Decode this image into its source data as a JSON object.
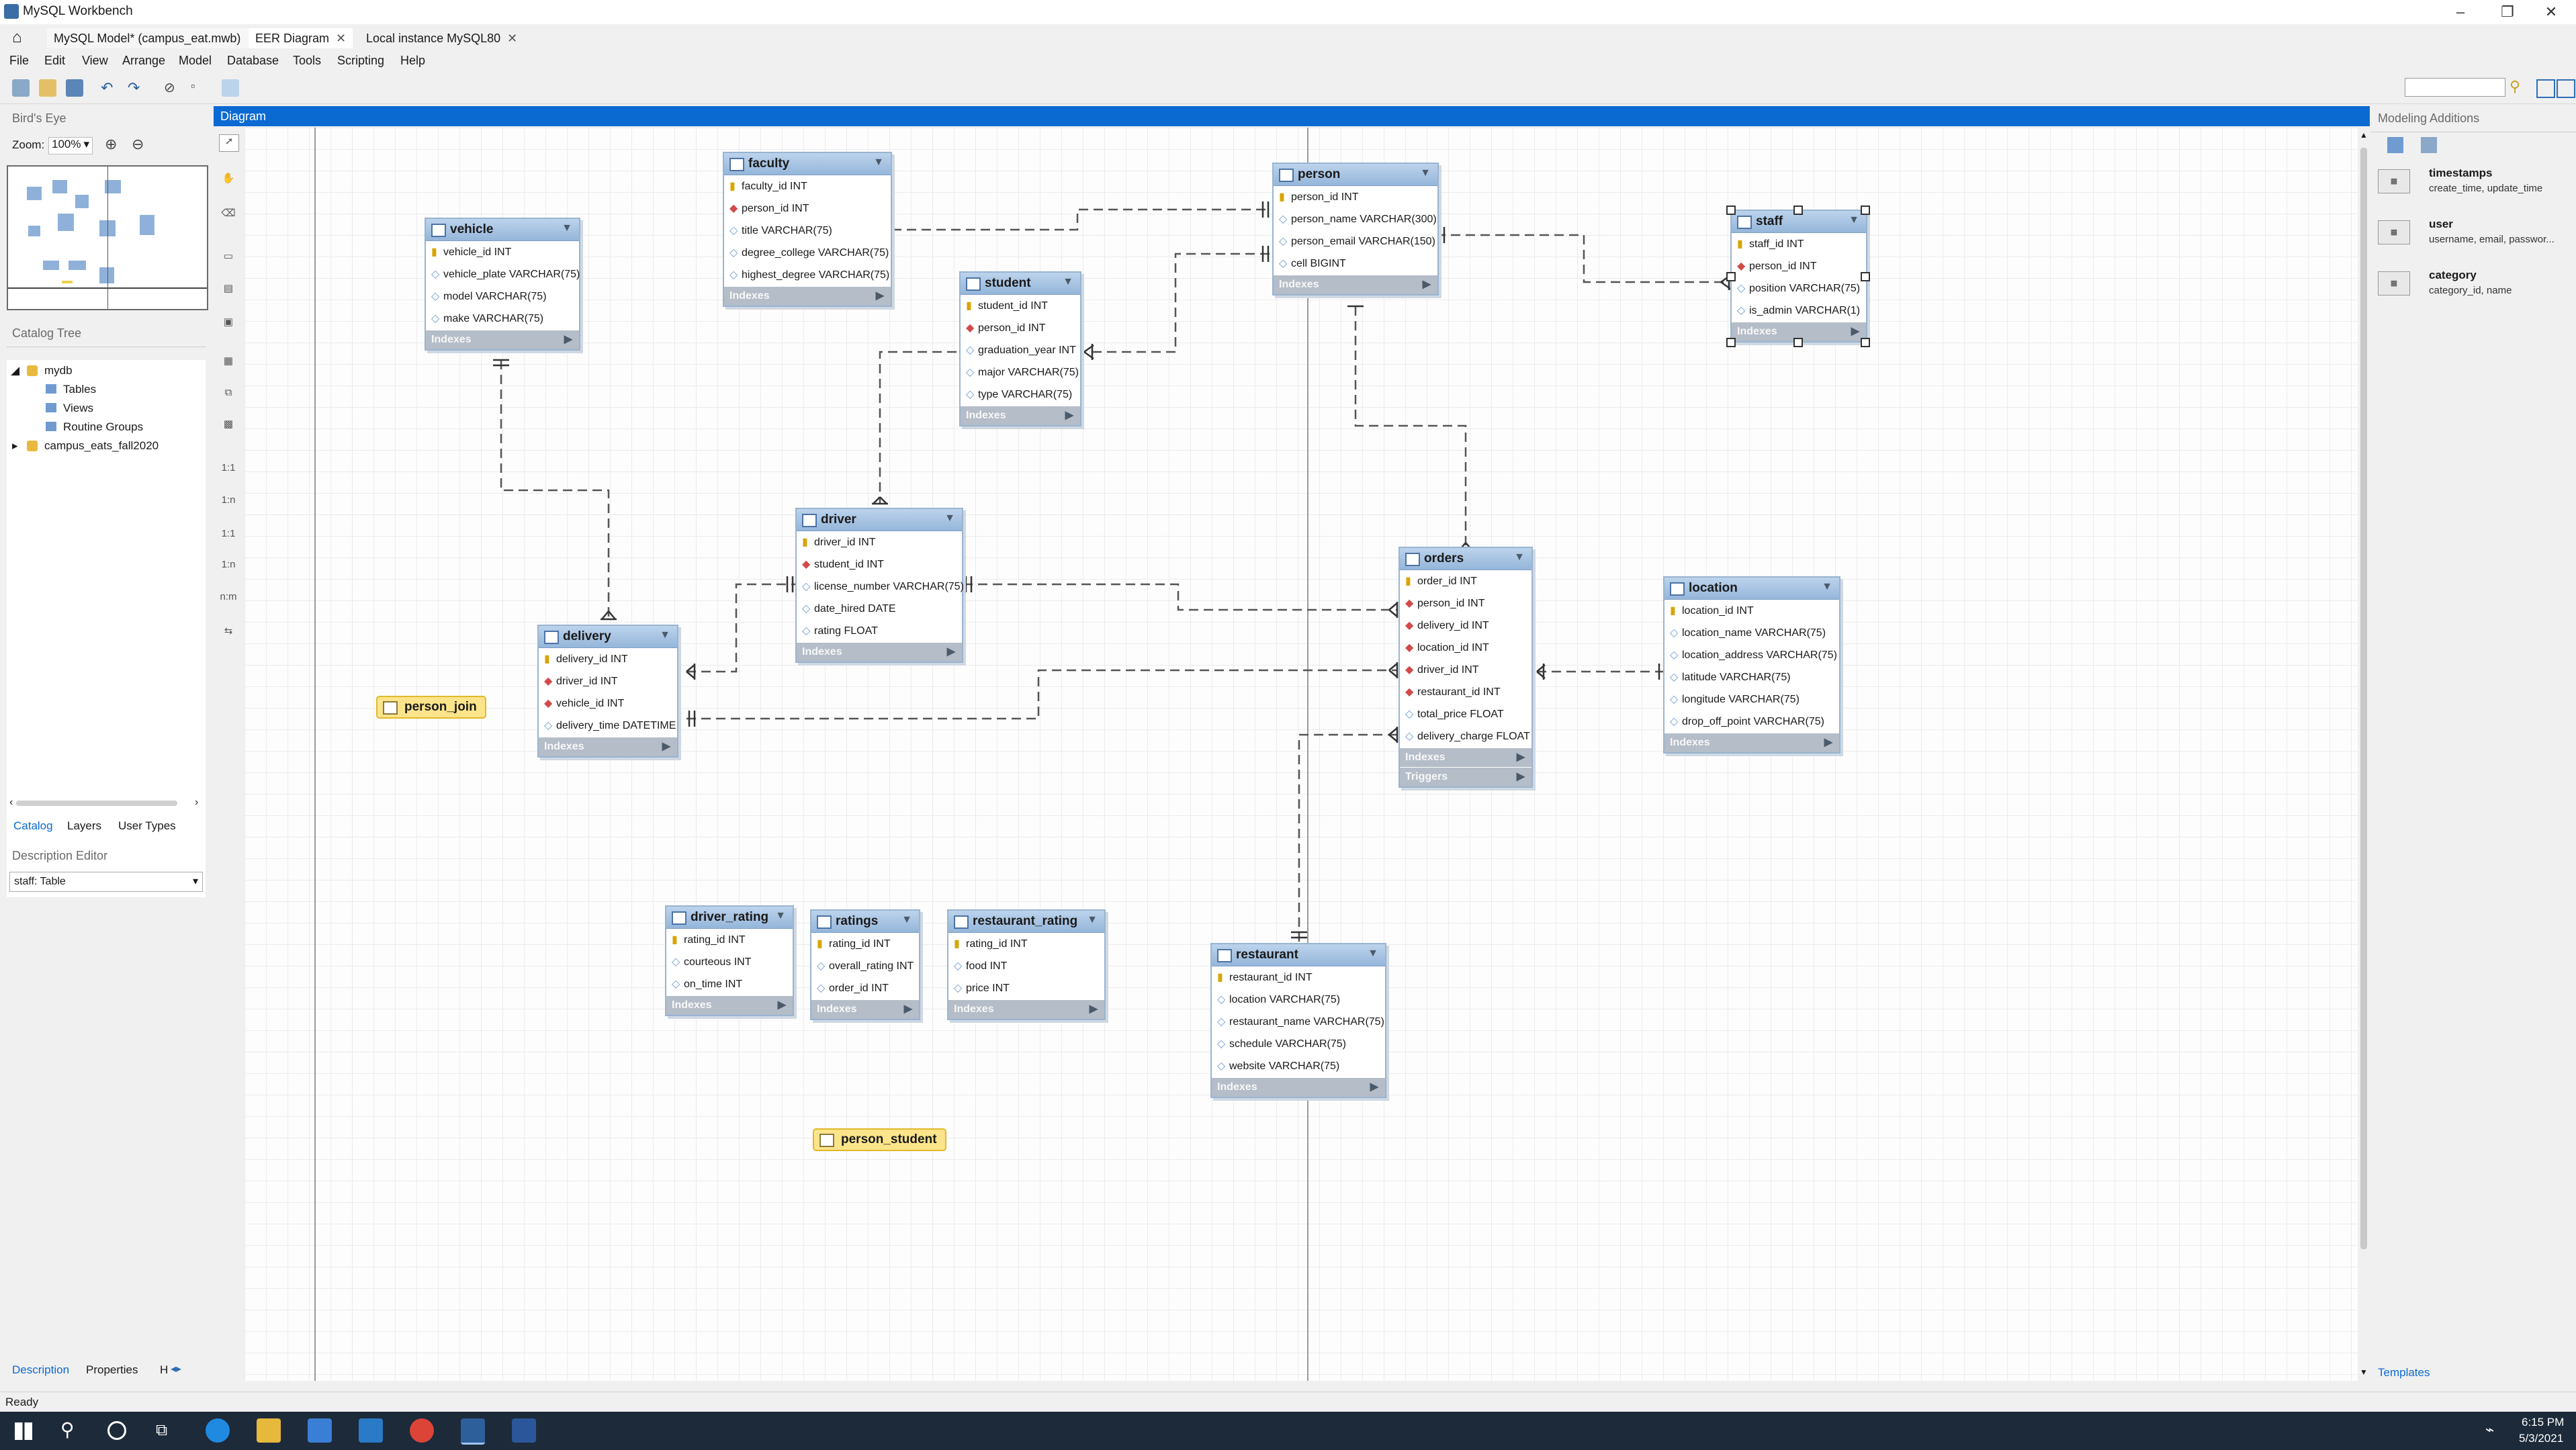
{
  "window": {
    "title": "MySQL Workbench"
  },
  "tabs": [
    {
      "label": "MySQL Model* (campus_eat.mwb)"
    },
    {
      "label": "EER Diagram"
    },
    {
      "label": "Local instance MySQL80"
    }
  ],
  "menu": [
    "File",
    "Edit",
    "View",
    "Arrange",
    "Model",
    "Database",
    "Tools",
    "Scripting",
    "Help"
  ],
  "left_panel": {
    "birds_eye": "Bird's Eye",
    "zoom_label": "Zoom:",
    "zoom_value": "100%",
    "catalog_tree": "Catalog Tree",
    "tree": {
      "schema": "mydb",
      "children": [
        "Tables",
        "Views",
        "Routine Groups"
      ],
      "schema2": "campus_eats_fall2020"
    },
    "bottom_tabs": [
      "Catalog",
      "Layers",
      "User Types"
    ],
    "description_editor": "Description Editor",
    "description_select": "staff: Table",
    "footer_tabs": [
      "Description",
      "Properties",
      "H"
    ]
  },
  "diagram": {
    "title": "Diagram",
    "tables": [
      {
        "name": "vehicle",
        "columns": [
          {
            "name": "vehicle_id INT",
            "key": "pk"
          },
          {
            "name": "vehicle_plate VARCHAR(75)",
            "key": "col"
          },
          {
            "name": "model VARCHAR(75)",
            "key": "col"
          },
          {
            "name": "make VARCHAR(75)",
            "key": "col"
          }
        ],
        "sections": [
          "Indexes"
        ]
      },
      {
        "name": "faculty",
        "columns": [
          {
            "name": "faculty_id INT",
            "key": "pk"
          },
          {
            "name": "person_id INT",
            "key": "fk"
          },
          {
            "name": "title VARCHAR(75)",
            "key": "col"
          },
          {
            "name": "degree_college VARCHAR(75)",
            "key": "col"
          },
          {
            "name": "highest_degree VARCHAR(75)",
            "key": "col"
          }
        ],
        "sections": [
          "Indexes"
        ]
      },
      {
        "name": "person",
        "columns": [
          {
            "name": "person_id INT",
            "key": "pk"
          },
          {
            "name": "person_name VARCHAR(300)",
            "key": "col"
          },
          {
            "name": "person_email VARCHAR(150)",
            "key": "col"
          },
          {
            "name": "cell BIGINT",
            "key": "col"
          }
        ],
        "sections": [
          "Indexes"
        ]
      },
      {
        "name": "staff",
        "columns": [
          {
            "name": "staff_id INT",
            "key": "pk"
          },
          {
            "name": "person_id INT",
            "key": "fk"
          },
          {
            "name": "position VARCHAR(75)",
            "key": "col"
          },
          {
            "name": "is_admin VARCHAR(1)",
            "key": "col"
          }
        ],
        "sections": [
          "Indexes"
        ]
      },
      {
        "name": "student",
        "columns": [
          {
            "name": "student_id INT",
            "key": "pk"
          },
          {
            "name": "person_id INT",
            "key": "fk"
          },
          {
            "name": "graduation_year INT",
            "key": "col"
          },
          {
            "name": "major VARCHAR(75)",
            "key": "col"
          },
          {
            "name": "type VARCHAR(75)",
            "key": "col"
          }
        ],
        "sections": [
          "Indexes"
        ]
      },
      {
        "name": "driver",
        "columns": [
          {
            "name": "driver_id INT",
            "key": "pk"
          },
          {
            "name": "student_id INT",
            "key": "fk"
          },
          {
            "name": "license_number VARCHAR(75)",
            "key": "col"
          },
          {
            "name": "date_hired DATE",
            "key": "col"
          },
          {
            "name": "rating FLOAT",
            "key": "col"
          }
        ],
        "sections": [
          "Indexes"
        ]
      },
      {
        "name": "delivery",
        "columns": [
          {
            "name": "delivery_id INT",
            "key": "pk"
          },
          {
            "name": "driver_id INT",
            "key": "fk"
          },
          {
            "name": "vehicle_id INT",
            "key": "fk"
          },
          {
            "name": "delivery_time DATETIME",
            "key": "col"
          }
        ],
        "sections": [
          "Indexes"
        ]
      },
      {
        "name": "orders",
        "columns": [
          {
            "name": "order_id INT",
            "key": "pk"
          },
          {
            "name": "person_id INT",
            "key": "fk"
          },
          {
            "name": "delivery_id INT",
            "key": "fk"
          },
          {
            "name": "location_id INT",
            "key": "fk"
          },
          {
            "name": "driver_id INT",
            "key": "fk"
          },
          {
            "name": "restaurant_id INT",
            "key": "fk"
          },
          {
            "name": "total_price FLOAT",
            "key": "col"
          },
          {
            "name": "delivery_charge FLOAT",
            "key": "col"
          }
        ],
        "sections": [
          "Indexes",
          "Triggers"
        ]
      },
      {
        "name": "location",
        "columns": [
          {
            "name": "location_id INT",
            "key": "pk"
          },
          {
            "name": "location_name VARCHAR(75)",
            "key": "col"
          },
          {
            "name": "location_address VARCHAR(75)",
            "key": "col"
          },
          {
            "name": "latitude VARCHAR(75)",
            "key": "col"
          },
          {
            "name": "longitude VARCHAR(75)",
            "key": "col"
          },
          {
            "name": "drop_off_point VARCHAR(75)",
            "key": "col"
          }
        ],
        "sections": [
          "Indexes"
        ]
      },
      {
        "name": "driver_rating",
        "columns": [
          {
            "name": "rating_id INT",
            "key": "pk"
          },
          {
            "name": "courteous INT",
            "key": "col"
          },
          {
            "name": "on_time INT",
            "key": "col"
          }
        ],
        "sections": [
          "Indexes"
        ]
      },
      {
        "name": "ratings",
        "columns": [
          {
            "name": "rating_id INT",
            "key": "pk"
          },
          {
            "name": "overall_rating INT",
            "key": "col"
          },
          {
            "name": "order_id INT",
            "key": "col"
          }
        ],
        "sections": [
          "Indexes"
        ]
      },
      {
        "name": "restaurant_rating",
        "columns": [
          {
            "name": "rating_id INT",
            "key": "pk"
          },
          {
            "name": "food INT",
            "key": "col"
          },
          {
            "name": "price INT",
            "key": "col"
          }
        ],
        "sections": [
          "Indexes"
        ]
      },
      {
        "name": "restaurant",
        "columns": [
          {
            "name": "restaurant_id INT",
            "key": "pk"
          },
          {
            "name": "location VARCHAR(75)",
            "key": "col"
          },
          {
            "name": "restaurant_name VARCHAR(75)",
            "key": "col"
          },
          {
            "name": "schedule VARCHAR(75)",
            "key": "col"
          },
          {
            "name": "website VARCHAR(75)",
            "key": "col"
          }
        ],
        "sections": [
          "Indexes"
        ]
      }
    ],
    "views": [
      {
        "name": "person_join"
      },
      {
        "name": "person_student"
      }
    ]
  },
  "right_panel": {
    "title": "Modeling Additions",
    "items": [
      {
        "name": "timestamps",
        "desc": "create_time, update_time"
      },
      {
        "name": "user",
        "desc": "username, email, passwor..."
      },
      {
        "name": "category",
        "desc": "category_id, name"
      }
    ],
    "footer": "Templates"
  },
  "status": {
    "text": "Ready"
  },
  "taskbar": {
    "time": "6:15 PM",
    "date": "5/3/2021"
  },
  "colors": {
    "accent": "#0b6ad2",
    "table_header": "#95b6da",
    "view_fill": "#fce48a"
  }
}
